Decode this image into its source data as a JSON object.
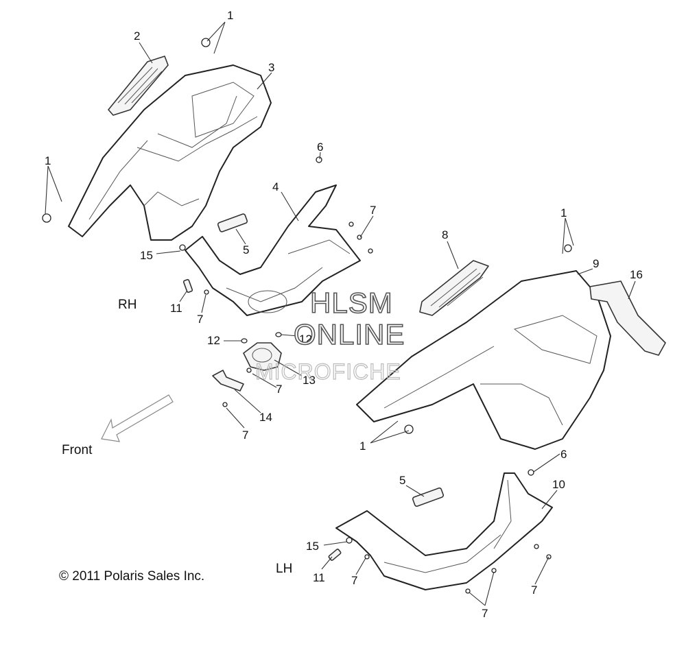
{
  "side_labels": {
    "rh": "RH",
    "lh": "LH"
  },
  "front_label": "Front",
  "watermark": {
    "line1": "HLSM",
    "line2": "ONLINE",
    "line3": "MICROFICHE"
  },
  "copyright": "© 2011 Polaris Sales Inc.",
  "callouts": [
    "1",
    "2",
    "3",
    "1",
    "6",
    "4",
    "7",
    "5",
    "15",
    "11",
    "7",
    "12",
    "12",
    "13",
    "7",
    "14",
    "7",
    "8",
    "1",
    "9",
    "16",
    "1",
    "6",
    "5",
    "10",
    "15",
    "11",
    "7",
    "7",
    "7"
  ]
}
